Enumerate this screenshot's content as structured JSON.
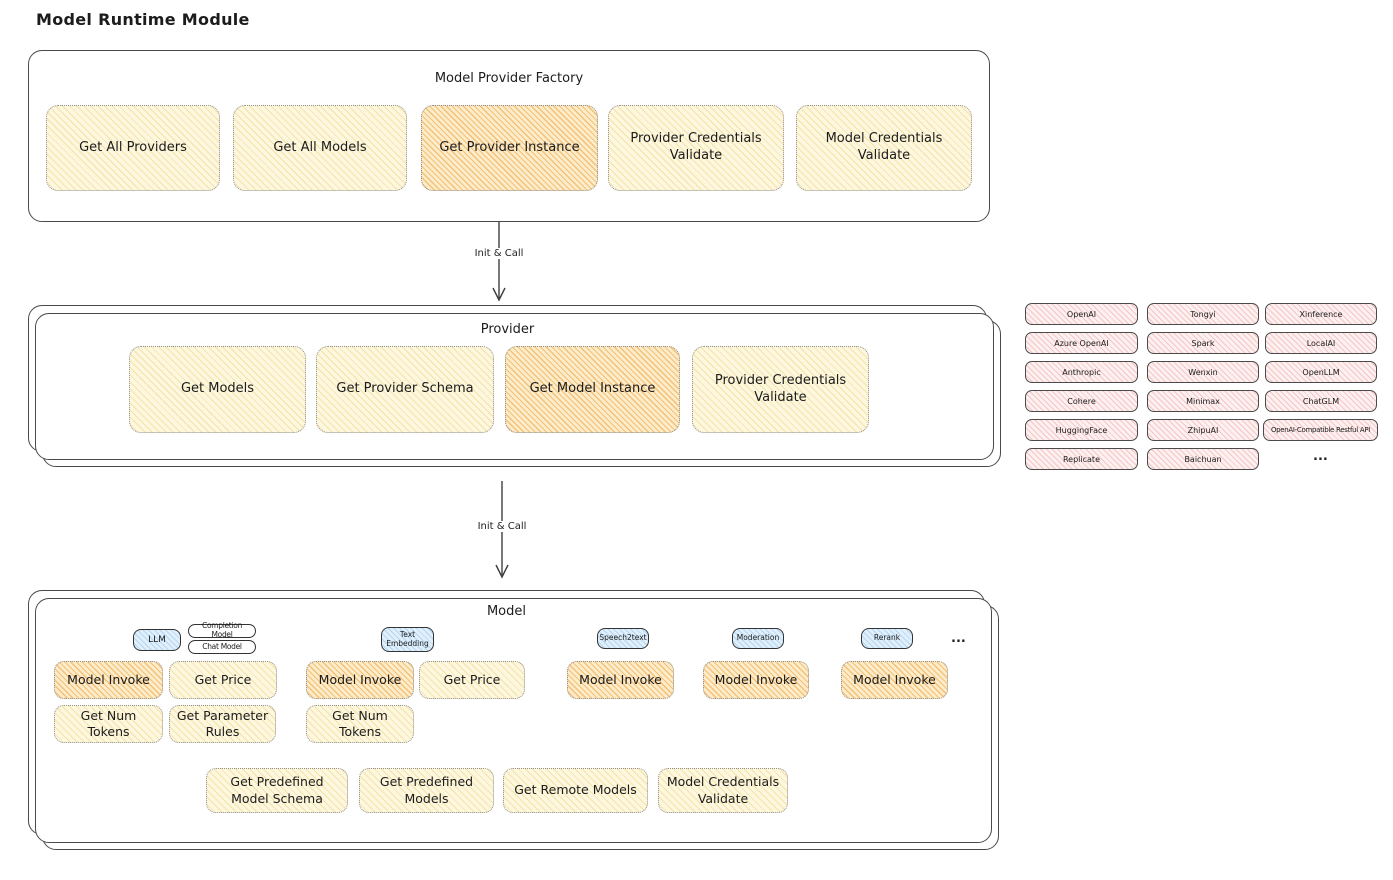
{
  "diagram_title": "Model Runtime Module",
  "factory": {
    "title": "Model Provider Factory",
    "buttons": [
      {
        "label": "Get All Providers",
        "highlighted": false
      },
      {
        "label": "Get All Models",
        "highlighted": false
      },
      {
        "label": "Get Provider Instance",
        "highlighted": true
      },
      {
        "label": "Provider Credentials Validate",
        "highlighted": false
      },
      {
        "label": "Model Credentials Validate",
        "highlighted": false
      }
    ]
  },
  "arrows": {
    "factory_to_provider": "Init & Call",
    "provider_to_model": "Init & Call"
  },
  "provider": {
    "title": "Provider",
    "buttons": [
      {
        "label": "Get Models",
        "highlighted": false
      },
      {
        "label": "Get Provider Schema",
        "highlighted": false
      },
      {
        "label": "Get Model Instance",
        "highlighted": true
      },
      {
        "label": "Provider Credentials Validate",
        "highlighted": false
      }
    ]
  },
  "providers_list": {
    "column1": [
      "OpenAI",
      "Azure OpenAI",
      "Anthropic",
      "Cohere",
      "HuggingFace",
      "Replicate"
    ],
    "column2": [
      "Tongyi",
      "Spark",
      "Wenxin",
      "Minimax",
      "ZhipuAI",
      "Baichuan"
    ],
    "column3": [
      "Xinference",
      "LocalAI",
      "OpenLLM",
      "ChatGLM",
      "OpenAI-Compatible Restful API"
    ],
    "more": "..."
  },
  "model": {
    "title": "Model",
    "groups": [
      {
        "tag": "LLM",
        "sub_tags": [
          "Completion Model",
          "Chat Model"
        ],
        "buttons": [
          {
            "label": "Model Invoke",
            "highlighted": true
          },
          {
            "label": "Get Price",
            "highlighted": false
          },
          {
            "label": "Get Num Tokens",
            "highlighted": false
          },
          {
            "label": "Get Parameter Rules",
            "highlighted": false
          }
        ]
      },
      {
        "tag": "Text Embedding",
        "buttons": [
          {
            "label": "Model Invoke",
            "highlighted": true
          },
          {
            "label": "Get Price",
            "highlighted": false
          },
          {
            "label": "Get Num Tokens",
            "highlighted": false
          }
        ]
      },
      {
        "tag": "Speech2text",
        "buttons": [
          {
            "label": "Model Invoke",
            "highlighted": true
          }
        ]
      },
      {
        "tag": "Moderation",
        "buttons": [
          {
            "label": "Model Invoke",
            "highlighted": true
          }
        ]
      },
      {
        "tag": "Rerank",
        "buttons": [
          {
            "label": "Model Invoke",
            "highlighted": true
          }
        ]
      }
    ],
    "more": "...",
    "bottom_buttons": [
      {
        "label": "Get Predefined Model Schema",
        "highlighted": false
      },
      {
        "label": "Get Predefined Models",
        "highlighted": false
      },
      {
        "label": "Get Remote Models",
        "highlighted": false
      },
      {
        "label": "Model Credentials Validate",
        "highlighted": false
      }
    ]
  },
  "colors": {
    "yellow_fill": "#fdf7e0",
    "yellow_hatch": "#f4e2a6",
    "orange_fill": "#fcecc9",
    "orange_hatch": "#f3c178",
    "pink_fill": "#fdf0f0",
    "pink_hatch": "#f6c6c6",
    "blue_fill": "#e0effb",
    "blue_hatch": "#b4d7f0",
    "stroke": "#4a4a4a"
  }
}
